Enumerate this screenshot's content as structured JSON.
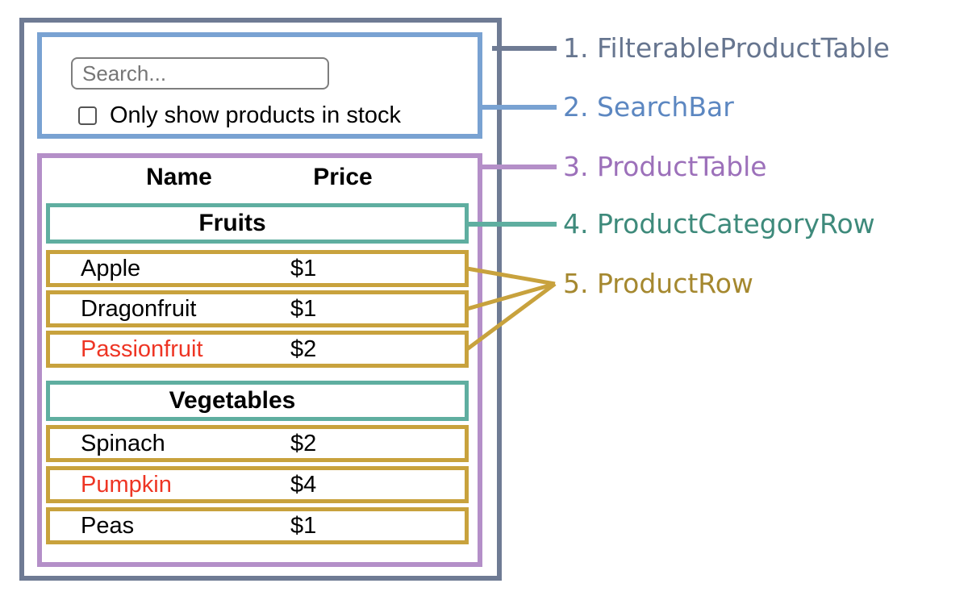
{
  "palette": {
    "filterable_product_table": "#6F7B94",
    "search_bar": "#79A2D2",
    "product_table": "#B48FC8",
    "product_category_row": "#5FAEA0",
    "product_row": "#C8A23D",
    "out_of_stock_text": "#EE3524",
    "text": "#000000"
  },
  "search_bar": {
    "input_placeholder": "Search...",
    "checkbox_label": "Only show products in stock",
    "checkbox_checked": false
  },
  "table": {
    "columns": [
      "Name",
      "Price"
    ],
    "groups": [
      {
        "category": "Fruits",
        "rows": [
          {
            "name": "Apple",
            "price": "$1",
            "in_stock": true
          },
          {
            "name": "Dragonfruit",
            "price": "$1",
            "in_stock": true
          },
          {
            "name": "Passionfruit",
            "price": "$2",
            "in_stock": false
          }
        ]
      },
      {
        "category": "Vegetables",
        "rows": [
          {
            "name": "Spinach",
            "price": "$2",
            "in_stock": true
          },
          {
            "name": "Pumpkin",
            "price": "$4",
            "in_stock": false
          },
          {
            "name": "Peas",
            "price": "$1",
            "in_stock": true
          }
        ]
      }
    ]
  },
  "legend": [
    {
      "label": "1. FilterableProductTable",
      "color": "#66758F"
    },
    {
      "label": "2. SearchBar",
      "color": "#5C87C1"
    },
    {
      "label": "3. ProductTable",
      "color": "#9C70BA"
    },
    {
      "label": "4. ProductCategoryRow",
      "color": "#3E8A7B"
    },
    {
      "label": "5. ProductRow",
      "color": "#A5882F"
    }
  ]
}
